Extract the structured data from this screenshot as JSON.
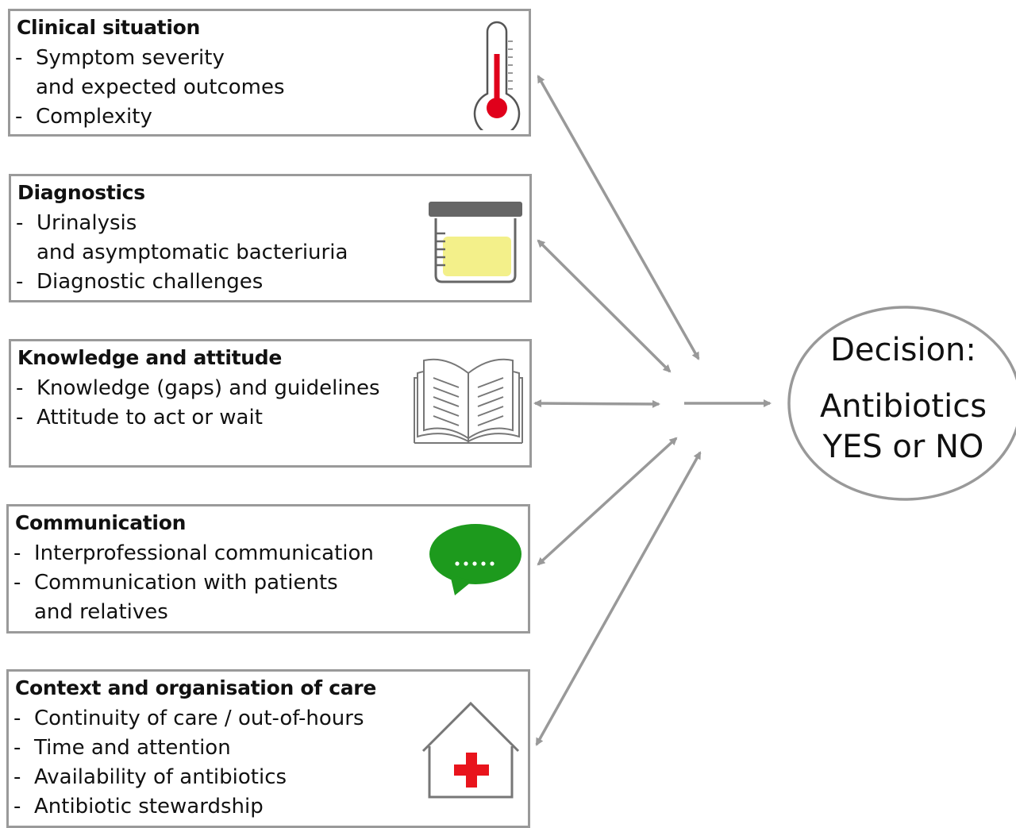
{
  "boxes": [
    {
      "title": "Clinical situation",
      "items": [
        "Symptom severity",
        "and expected outcomes",
        "Complexity"
      ],
      "icon": "thermometer-icon"
    },
    {
      "title": "Diagnostics",
      "items": [
        "Urinalysis",
        "and asymptomatic bacteriuria",
        "Diagnostic challenges"
      ],
      "icon": "urine-sample-jar-icon"
    },
    {
      "title": "Knowledge and attitude",
      "items": [
        "Knowledge (gaps) and guidelines",
        "Attitude to act or wait"
      ],
      "icon": "open-book-icon"
    },
    {
      "title": "Communication",
      "items": [
        "Interprofessional communication",
        "Communication with patients",
        "and relatives"
      ],
      "icon": "speech-bubble-icon"
    },
    {
      "title": "Context and organisation of care",
      "items": [
        "Continuity of care / out-of-hours",
        "Time and attention",
        "Availability of antibiotics",
        "Antibiotic stewardship"
      ],
      "icon": "healthcare-house-icon"
    }
  ],
  "decision": {
    "line1": "Decision:",
    "line2": "Antibiotics",
    "line3": "YES or NO"
  },
  "colors": {
    "border": "#9a9a9a",
    "arrow": "#999999",
    "thermometer_red": "#e0001b",
    "urine_yellow": "#f3f08a",
    "bubble_green": "#1d9a1d",
    "cross_red": "#e8141c"
  }
}
